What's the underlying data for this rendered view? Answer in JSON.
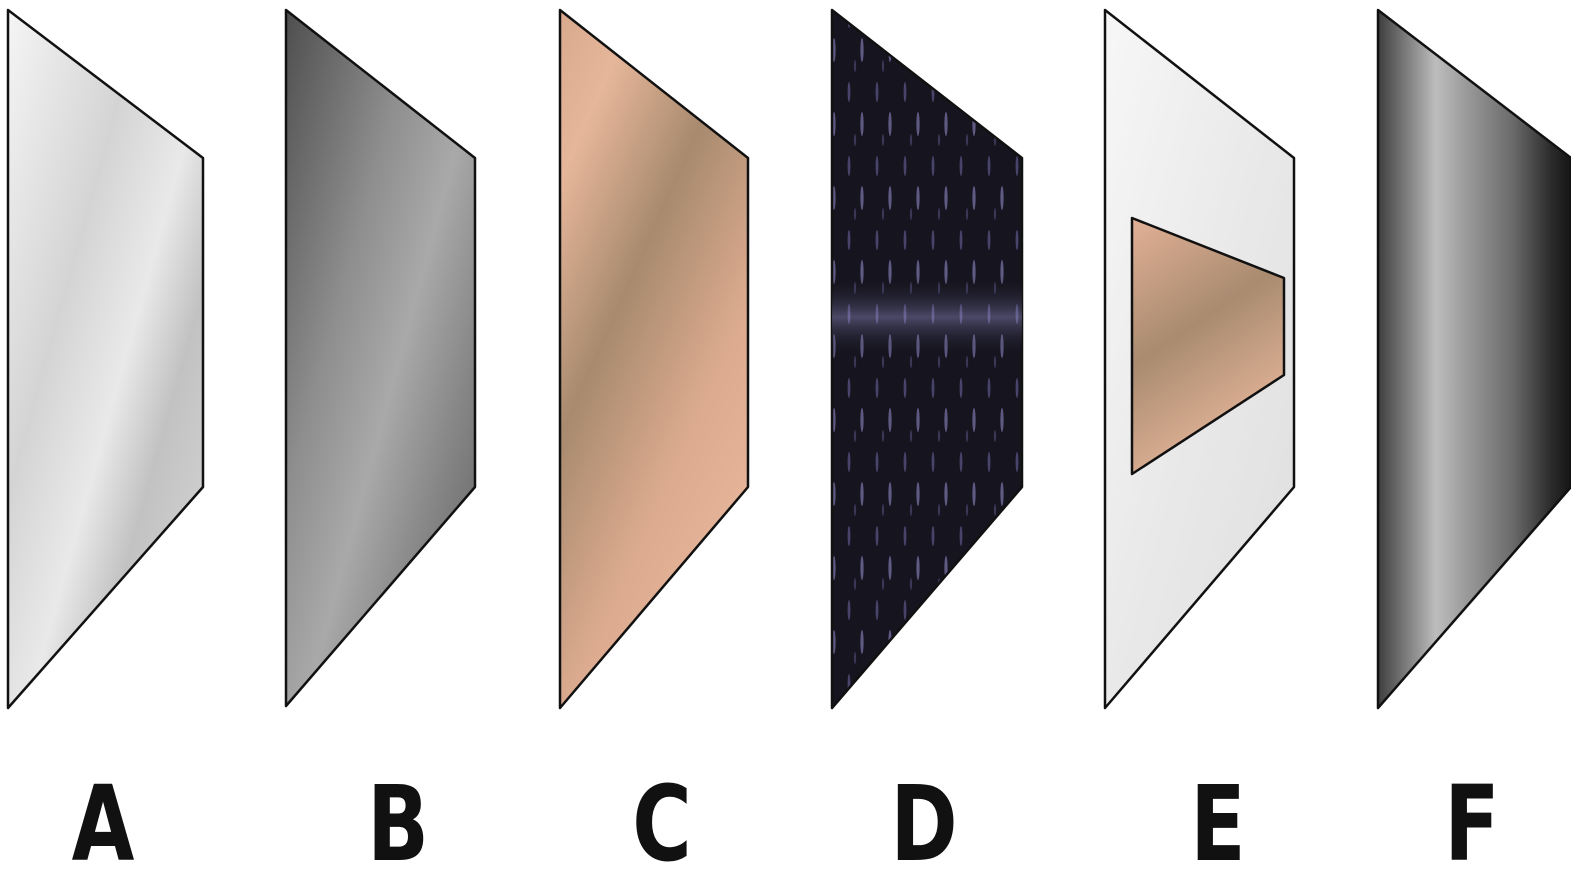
{
  "panels": [
    {
      "label": "A",
      "material": "light-silver",
      "colors": [
        "#f2f2f2",
        "#cfcfcf",
        "#bdbdbd",
        "#e6e6e6",
        "#c6c6c6"
      ]
    },
    {
      "label": "B",
      "material": "dark-gray-metal",
      "colors": [
        "#5a5a5a",
        "#8a8a8a",
        "#a8a8a8",
        "#7a7a7a",
        "#4f4f4f"
      ]
    },
    {
      "label": "C",
      "material": "copper",
      "colors": [
        "#d8a98d",
        "#e8b89c",
        "#a88a6e",
        "#d2a084",
        "#e4b49a"
      ]
    },
    {
      "label": "D",
      "material": "dark-speckled",
      "colors": [
        "#14131f",
        "#1d1b2e",
        "#8d88c8"
      ]
    },
    {
      "label": "E",
      "material": "white-with-copper-inset",
      "colors": [
        "#f4f4f4",
        "#e4e4e4",
        "#d8a98d",
        "#a88a6e",
        "#e8b89c"
      ]
    },
    {
      "label": "F",
      "material": "cylindrical-steel",
      "colors": [
        "#4a4a4a",
        "#b4b4b4",
        "#6a6a6a",
        "#1a1a1a"
      ]
    }
  ]
}
